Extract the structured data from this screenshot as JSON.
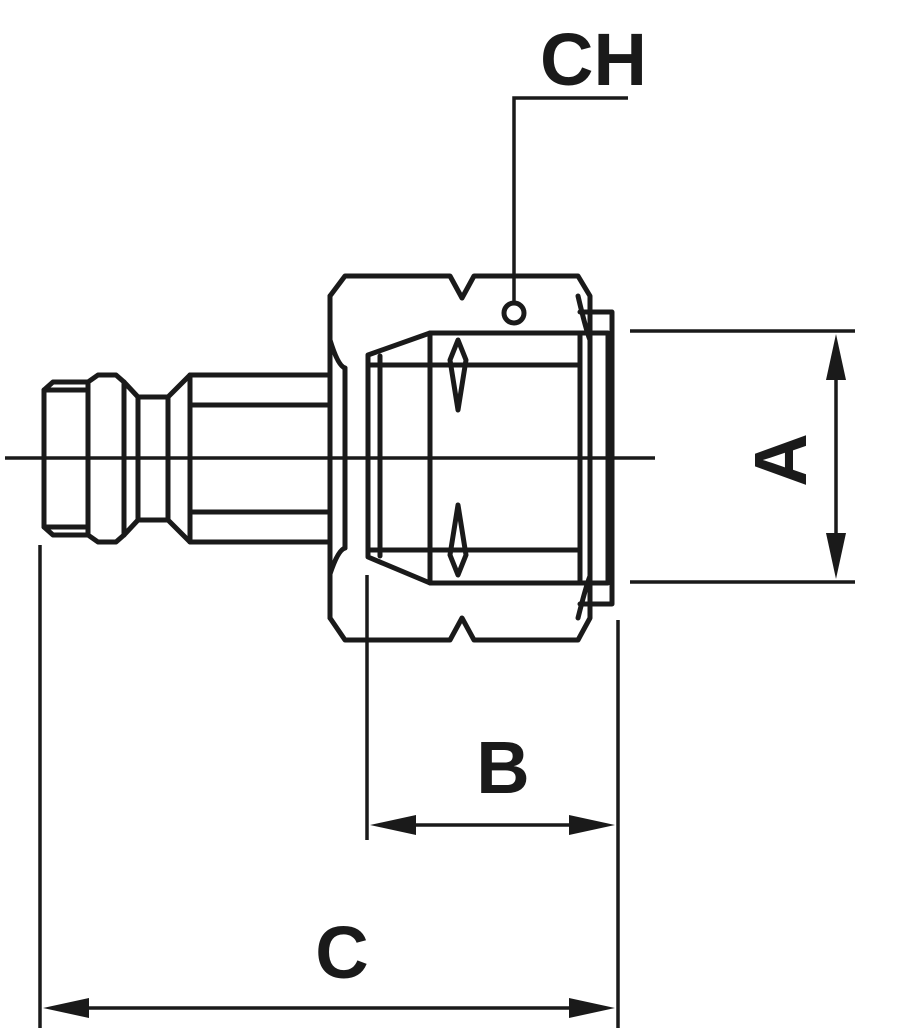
{
  "labels": {
    "ch": "CH",
    "a": "A",
    "b": "B",
    "c": "C"
  },
  "colors": {
    "ink": "#1a1a1a",
    "background": "#ffffff"
  }
}
